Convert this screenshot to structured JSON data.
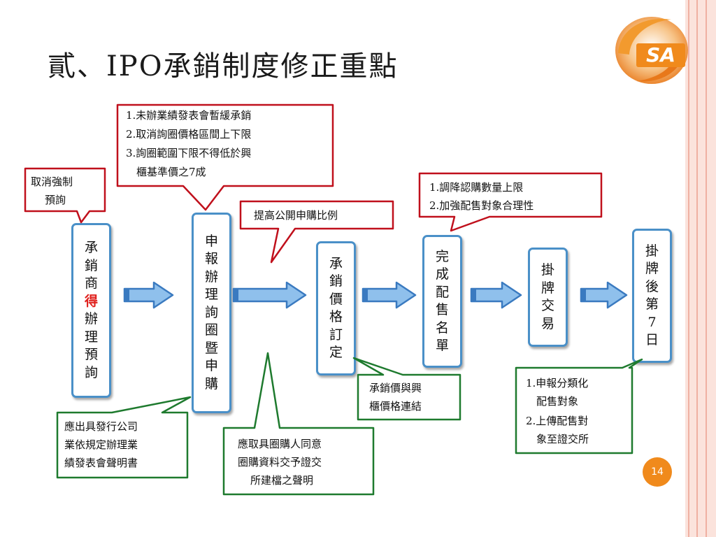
{
  "title": "貳、IPO承銷制度修正重點",
  "page_number": "14",
  "logo_text": "SA",
  "flow": [
    {
      "chars": [
        "承",
        "銷",
        "商",
        "得",
        "辦",
        "理",
        "預",
        "詢"
      ],
      "highlight_index": 3
    },
    {
      "chars": [
        "申",
        "報",
        "辦",
        "理",
        "詢",
        "圈",
        "暨",
        "申",
        "購"
      ]
    },
    {
      "chars": [
        "承",
        "銷",
        "價",
        "格",
        "訂",
        "定"
      ]
    },
    {
      "chars": [
        "完",
        "成",
        "配",
        "售",
        "名",
        "單"
      ]
    },
    {
      "chars": [
        "掛",
        "牌",
        "交",
        "易"
      ]
    },
    {
      "chars": [
        "掛",
        "牌",
        "後",
        "第",
        "7",
        "日"
      ]
    }
  ],
  "callouts": {
    "cancel_forced_inquiry": [
      "取消強制",
      "預詢"
    ],
    "bookbuilding_changes": [
      "1.未辦業績發表會暫緩承銷",
      "2.取消詢圈價格區間上下限",
      "3.詢圈範圍下限不得低於興",
      "　櫃基準價之7成"
    ],
    "public_subscription": [
      "提高公開申購比例"
    ],
    "allocation_changes": [
      "1.調降認購數量上限",
      "2.加強配售對象合理性"
    ],
    "issuer_statement": [
      "應出具發行公司",
      "業依規定辦理業",
      "績發表會聲明書"
    ],
    "subscriber_consent": [
      "應取具圈購人同意",
      "圈購資料交予證交",
      "所建檔之聲明"
    ],
    "price_link": [
      "承銷價與興",
      "櫃價格連結"
    ],
    "post_listing_report": [
      "1.申報分類化",
      "　配售對象",
      "2.上傳配售對",
      "　象至證交所"
    ]
  },
  "colors": {
    "box_border": "#4a90c8",
    "arrow_fill": "#8fc0ec",
    "red_callout": "#c0101c",
    "green_callout": "#1e7a2e",
    "page_badge": "#f08a1c",
    "highlight_text": "#e0201c"
  }
}
